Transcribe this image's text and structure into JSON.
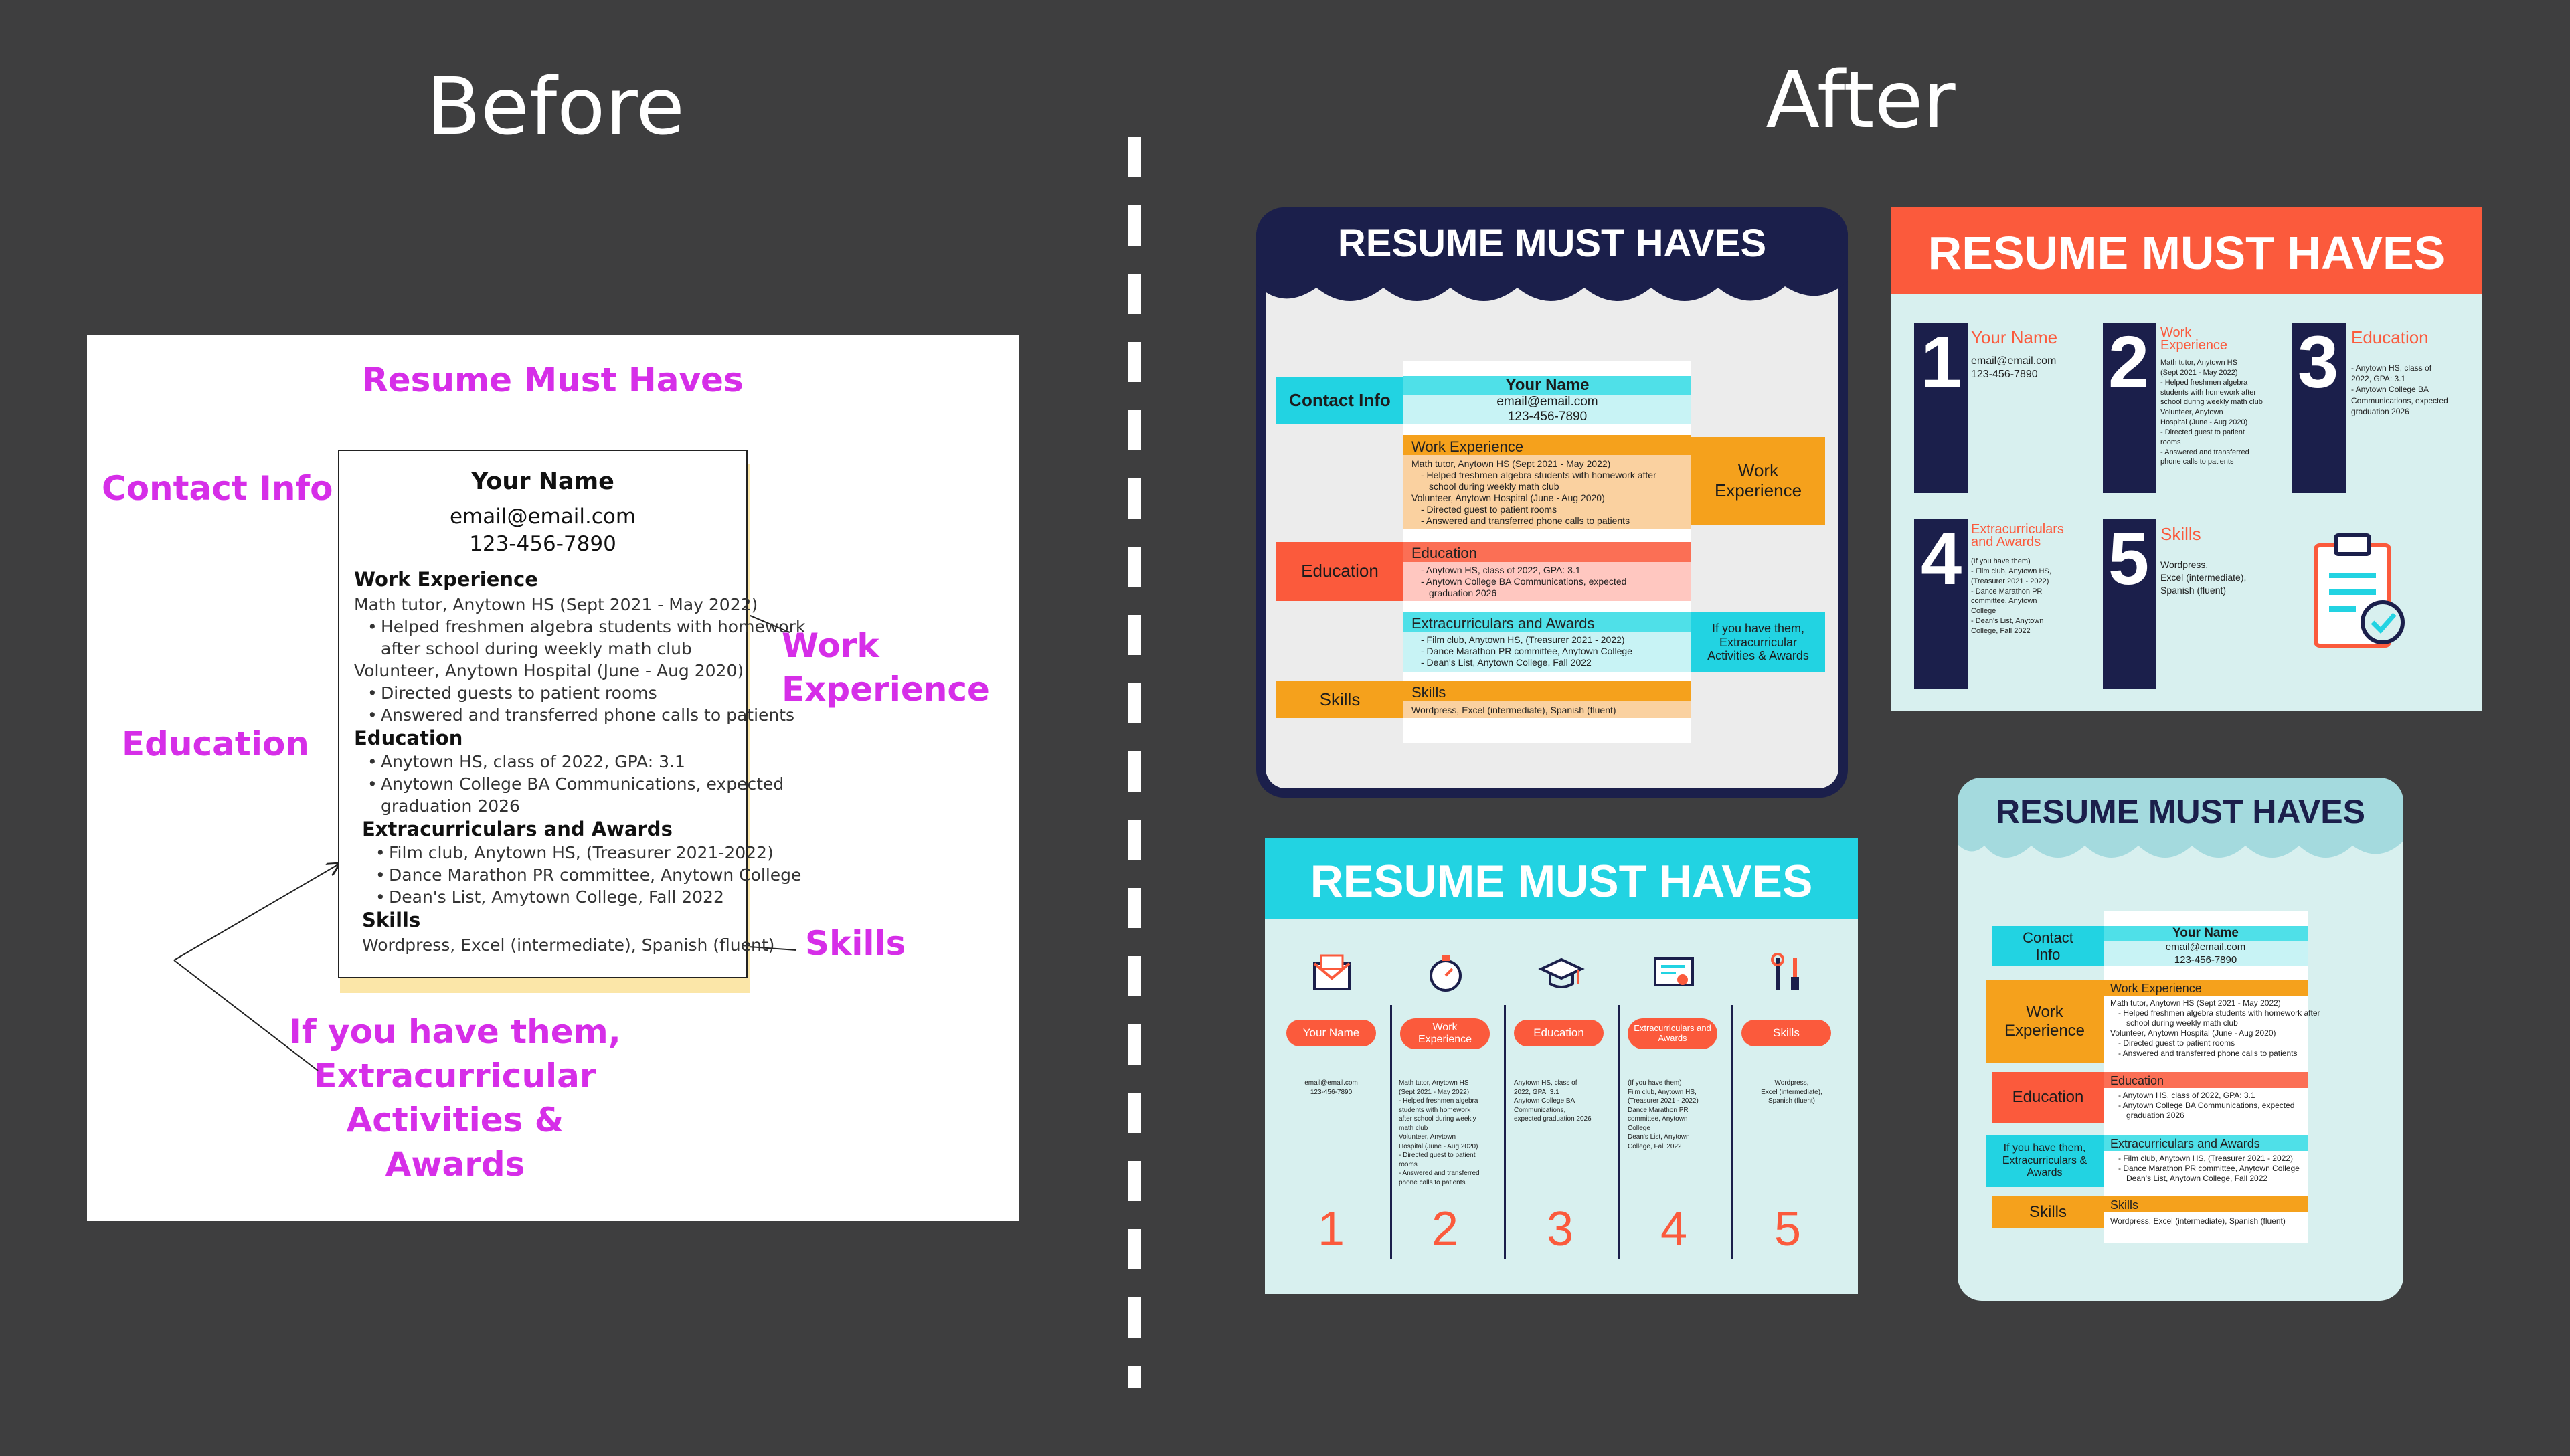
{
  "headers": {
    "before": "Before",
    "after": "After"
  },
  "before": {
    "title": "Resume Must Haves",
    "labels": {
      "contact": "Contact Info",
      "work_1": "Work",
      "work_2": "Experience",
      "education": "Education",
      "skills": "Skills",
      "extra_1": "If you have them,",
      "extra_2": "Extracurricular",
      "extra_3": "Activities &",
      "extra_4": "Awards"
    },
    "resume": {
      "name": "Your Name",
      "email": "email@email.com",
      "phone": "123-456-7890",
      "work_title": "Work Experience",
      "work_line1": "Math tutor, Anytown HS (Sept 2021 - May 2022)",
      "work_b1a": "Helped freshmen algebra students with homework",
      "work_b1b": "after school during weekly math club",
      "work_line2": "Volunteer, Anytown Hospital (June - Aug 2020)",
      "work_b2": "Directed guests to patient rooms",
      "work_b3": "Answered and transferred phone calls to patients",
      "edu_title": "Education",
      "edu_b1": "Anytown HS, class of 2022, GPA: 3.1",
      "edu_b2a": "Anytown College BA Communications, expected",
      "edu_b2b": "graduation 2026",
      "ext_title": "Extracurriculars and Awards",
      "ext_b1": "Film club, Anytown HS, (Treasurer 2021-2022)",
      "ext_b2": "Dance Marathon PR committee, Anytown College",
      "ext_b3": "Dean's List, Amytown College, Fall 2022",
      "skills_title": "Skills",
      "skills_line": "Wordpress, Excel (intermediate), Spanish (fluent)"
    }
  },
  "card1": {
    "title": "RESUME MUST HAVES",
    "contact_label": "Contact Info",
    "name": "Your Name",
    "email": "email@email.com",
    "phone": "123-456-7890",
    "work_head": "Work Experience",
    "work_lines": [
      "Math tutor, Anytown HS (Sept 2021 - May 2022)",
      "- Helped freshmen algebra students with homework after",
      "school during weekly math club",
      "Volunteer, Anytown Hospital (June - Aug 2020)",
      "- Directed guest to patient rooms",
      "- Answered and transferred phone calls to patients"
    ],
    "work_label": "Work Experience",
    "edu_label": "Education",
    "edu_head": "Education",
    "edu_lines": [
      "- Anytown HS, class of 2022, GPA: 3.1",
      "- Anytown College BA Communications, expected",
      "graduation 2026"
    ],
    "ext_head": "Extracurriculars and Awards",
    "ext_lines": [
      "- Film club, Anytown HS, (Treasurer 2021 - 2022)",
      "- Dance Marathon PR committee, Anytown College",
      "- Dean's List, Anytown College, Fall 2022"
    ],
    "ext_label": "If you have them, Extracurricular Activities & Awards",
    "skills_label": "Skills",
    "skills_head": "Skills",
    "skills_line": "Wordpress, Excel (intermediate), Spanish (fluent)"
  },
  "card2": {
    "title": "RESUME MUST HAVES",
    "n1": "1",
    "n2": "2",
    "n3": "3",
    "n4": "4",
    "n5": "5",
    "h1": "Your Name",
    "t1": [
      "email@email.com",
      "123-456-7890"
    ],
    "h2": "Work Experience",
    "t2": [
      "Math tutor, Anytown HS",
      "(Sept 2021 - May 2022)",
      "- Helped freshmen algebra",
      "students with homework after",
      "school during weekly math club",
      "Volunteer, Anytown",
      "Hospital (June - Aug 2020)",
      "- Directed guest to patient",
      "rooms",
      "- Answered and transferred",
      "phone calls to patients"
    ],
    "h3": "Education",
    "t3": [
      "- Anytown HS, class of",
      "2022, GPA: 3.1",
      "- Anytown College BA",
      "Communications, expected",
      "graduation 2026"
    ],
    "h4": "Extracurriculars and Awards",
    "t4": [
      "(If you have them)",
      "- Film club, Anytown HS,",
      "(Treasurer 2021 - 2022)",
      "- Dance Marathon PR",
      "committee, Anytown",
      "College",
      "- Dean's List, Anytown",
      "College, Fall 2022"
    ],
    "h5": "Skills",
    "t5": [
      "Wordpress,",
      "Excel (intermediate),",
      "Spanish (fluent)"
    ]
  },
  "card3": {
    "title": "RESUME MUST HAVES",
    "cols": [
      {
        "pill": "Your Name",
        "text": [
          "email@email.com",
          "123-456-7890"
        ],
        "num": "1"
      },
      {
        "pill": "Work Experience",
        "text": [
          "Math tutor, Anytown HS",
          "(Sept 2021 - May 2022)",
          "- Helped freshmen algebra",
          "students with homework",
          "after school during weekly",
          "math club",
          "Volunteer, Anytown",
          "Hospital (June - Aug 2020)",
          "- Directed guest to patient",
          "rooms",
          "- Answered and transferred",
          "phone calls to patients"
        ],
        "num": "2"
      },
      {
        "pill": "Education",
        "text": [
          "Anytown HS, class of",
          "2022, GPA: 3.1",
          "Anytown College BA",
          "Communications,",
          "expected graduation 2026"
        ],
        "num": "3"
      },
      {
        "pill": "Extracurriculars and Awards",
        "text": [
          "(If you have them)",
          "Film club, Anytown HS,",
          "(Treasurer 2021 - 2022)",
          "Dance Marathon PR",
          "committee, Anytown",
          "College",
          "Dean's List, Anytown",
          "College, Fall 2022"
        ],
        "num": "4"
      },
      {
        "pill": "Skills",
        "text": [
          "Wordpress,",
          "Excel (intermediate),",
          "Spanish (fluent)"
        ],
        "num": "5"
      }
    ]
  },
  "card4": {
    "title": "RESUME MUST HAVES",
    "contact_label": "Contact Info",
    "name": "Your Name",
    "email": "email@email.com",
    "phone": "123-456-7890",
    "work_label": "Work Experience",
    "work_head": "Work Experience",
    "work_lines": [
      "Math tutor, Anytown HS (Sept 2021 - May 2022)",
      "- Helped freshmen algebra students with homework after",
      "school during weekly math club",
      "Volunteer, Anytown Hospital (June - Aug 2020)",
      "- Directed guest to patient rooms",
      "- Answered and transferred phone calls to patients"
    ],
    "edu_label": "Education",
    "edu_head": "Education",
    "edu_lines": [
      "- Anytown HS, class of 2022, GPA: 3.1",
      "- Anytown College BA Communications, expected",
      "graduation 2026"
    ],
    "ext_label": "If you have them, Extracurriculars & Awards",
    "ext_head": "Extracurriculars and Awards",
    "ext_lines": [
      "- Film club, Anytown HS, (Treasurer 2021 - 2022)",
      "- Dance Marathon PR committee, Anytown College",
      "Dean's List, Anytown College, Fall 2022"
    ],
    "skills_label": "Skills",
    "skills_head": "Skills",
    "skills_line": "Wordpress, Excel (intermediate), Spanish (fluent)"
  },
  "colors": {
    "bg": "#3e3e3f",
    "magenta": "#d62ee8",
    "navy": "#1b1f4b",
    "cyan": "#22d3e2",
    "orange": "#f5a11c",
    "red": "#fb5a3c",
    "paleblue": "#d8f0ef"
  }
}
